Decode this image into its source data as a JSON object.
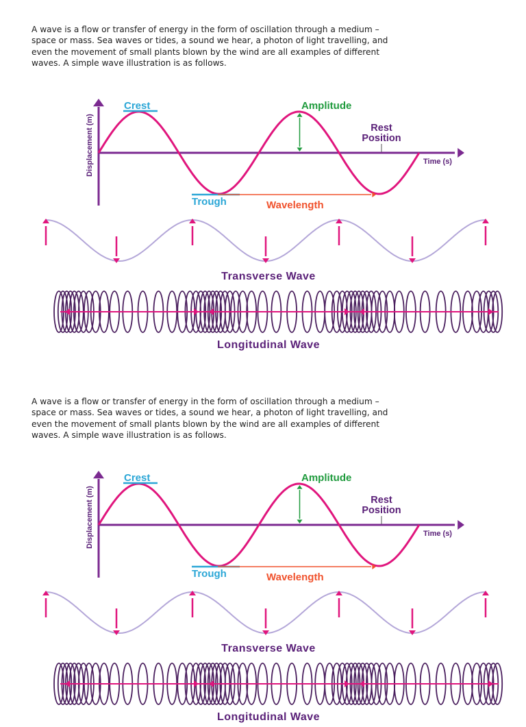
{
  "paragraph_lines": [
    "A wave is a flow or transfer of energy in the form of oscillation through a medium –",
    "space or mass. Sea waves or tides, a sound we hear, a photon of light travelling, and",
    "even the movement of small plants blown by the wind are all examples of different",
    "waves. A simple wave illustration is as follows."
  ],
  "diagram": {
    "labels": {
      "crest": "Crest",
      "amplitude": "Amplitude",
      "rest_line1": "Rest",
      "rest_line2": "Position",
      "time": "Time (s)",
      "displacement": "Displacement (m)",
      "trough": "Trough",
      "wavelength": "Wavelength",
      "transverse": "Transverse Wave",
      "longitudinal": "Longitudinal Wave"
    },
    "colors": {
      "axis": "#7b2a90",
      "wave": "#e0157d",
      "crest_label": "#2aa6d6",
      "amplitude_label": "#1e9a3c",
      "wavelength_label": "#f0522d",
      "transverse_wave": "#b3a6d8",
      "title_purple": "#5a2078"
    }
  }
}
